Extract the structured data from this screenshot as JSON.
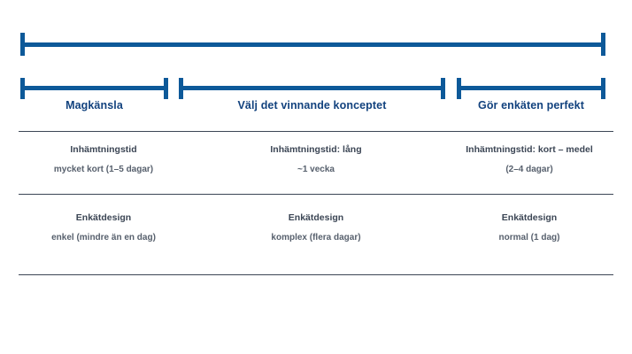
{
  "colors": {
    "bracket": "#0d5999",
    "heading": "#12427e",
    "divider": "#3c4655",
    "body_text": "#3c4655",
    "sub_text": "#57606d",
    "background": "#ffffff"
  },
  "phases": [
    {
      "id": "magkansla",
      "label": "Magkänsla"
    },
    {
      "id": "valj-konceptet",
      "label": "Välj det vinnande konceptet"
    },
    {
      "id": "gor-enkaten-perfekt",
      "label": "Gör enkäten perfekt"
    }
  ],
  "rows": [
    {
      "id": "inhamtningstid",
      "cells": [
        {
          "title": "Inhämtningstid",
          "sub": "mycket kort (1–5 dagar)"
        },
        {
          "title": "Inhämtningstid: lång",
          "sub": "~1 vecka"
        },
        {
          "title": "Inhämtningstid: kort – medel",
          "sub": "(2–4 dagar)"
        }
      ]
    },
    {
      "id": "enkatdesign",
      "cells": [
        {
          "title": "Enkätdesign",
          "sub": "enkel (mindre än en dag)"
        },
        {
          "title": "Enkätdesign",
          "sub": "komplex (flera dagar)"
        },
        {
          "title": "Enkätdesign",
          "sub": "normal (1 dag)"
        }
      ]
    }
  ]
}
